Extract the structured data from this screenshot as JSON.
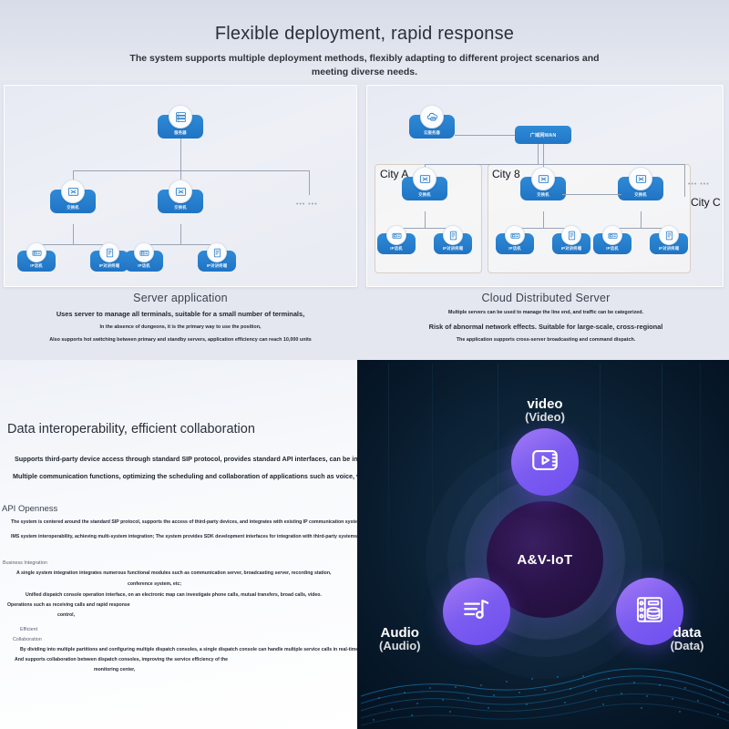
{
  "hero": {
    "title": "Flexible deployment, rapid response",
    "subtitle": "The system supports multiple deployment methods, flexibly adapting to different project scenarios and meeting diverse needs."
  },
  "panels": {
    "left": {
      "caption_title": "Server application",
      "caption_line1": "Uses server to manage all terminals, suitable for a small number of terminals,",
      "caption_line2": "In the absence of dungeons, it is the primary way to use the position,",
      "caption_line3": "Also supports hot switching between primary and standby servers, application efficiency can reach 10,000 units",
      "nodes": {
        "server": "服务器",
        "switch": "交换机",
        "ip_phone": "IP话机",
        "ip_intercom": "IP对讲终端"
      },
      "ellipsis": "••• •••"
    },
    "right": {
      "caption_title": "Cloud Distributed Server",
      "caption_line1": "Multiple servers can be used to manage the line end, and traffic can be categorized.",
      "caption_line2": "Risk of abnormal network effects. Suitable for large-scale, cross-regional",
      "caption_line3": "The application supports cross-server broadcasting and command dispatch.",
      "nodes": {
        "cloud_server": "云服务器",
        "wan": "广域网WAN",
        "switch": "交换机",
        "ip_phone": "IP话机",
        "ip_intercom": "IP对讲终端"
      },
      "cities": [
        "City A",
        "City 8",
        "City C"
      ],
      "ellipsis": "••• •••"
    }
  },
  "bottom_left": {
    "title": "Data interoperability, efficient collaboration",
    "lead1": "Supports third-party device access through standard SIP protocol, provides standard API interfaces, can be integrated",
    "lead2": "Multiple communication functions, optimizing the scheduling and collaboration of applications such as voice, video, and remote control.",
    "api_title": "API Openness",
    "api_line1": "The system is centered around the standard SIP protocol, supports the access of third-party devices, and integrates with existing IP communication systems,",
    "api_line2": "IMS system interoperability, achieving multi-system integration; The system provides SDK development interfaces for integration with third-party systems,",
    "biz_title": "Business Integration",
    "biz_line1": "A single system integration integrates numerous functional modules such as communication server, broadcasting server, recording station,",
    "biz_line2": "conference system, etc;",
    "biz_line3": "Unified dispatch console operation interface, on an electronic map can investigate phone calls, mutual transfers, broad calls, video.",
    "biz_line4": "Operations such as receiving calls and rapid response",
    "biz_line5": "control,",
    "eff_title1": "Efficient",
    "eff_title2": "Collaboration",
    "eff_line1": "By dividing into multiple partitions and configuring multiple dispatch consoles, a single dispatch console can handle multiple service calls in real-time.",
    "eff_line2": "And supports collaboration between dispatch consoles, improving the service efficiency of the",
    "eff_line3": "monitoring center,"
  },
  "bottom_right": {
    "core_label": "A&V-IoT",
    "nodes": [
      {
        "title": "video",
        "subtitle": "(Video)",
        "icon": "video-play-icon"
      },
      {
        "title": "Audio",
        "subtitle": "(Audio)",
        "icon": "music-note-icon"
      },
      {
        "title": "data",
        "subtitle": "(Data)",
        "icon": "database-server-icon"
      }
    ]
  },
  "colors": {
    "node_blue": "#2177c6",
    "orb_purple": "#7b5cf0",
    "core_purple": "#2a1349",
    "hero_bg": "#dfe3ed"
  }
}
